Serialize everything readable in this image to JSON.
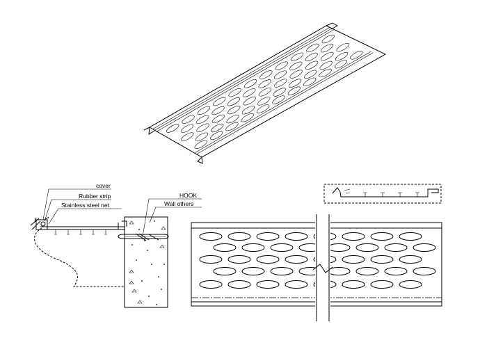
{
  "labels": {
    "cover": "cover",
    "rubber_strip": "Rubber strip",
    "stainless_net": "Stainless steel net",
    "hook": "HOOK",
    "wall": "Wall others"
  },
  "colors": {
    "ink": "#000000",
    "paper": "#ffffff"
  }
}
